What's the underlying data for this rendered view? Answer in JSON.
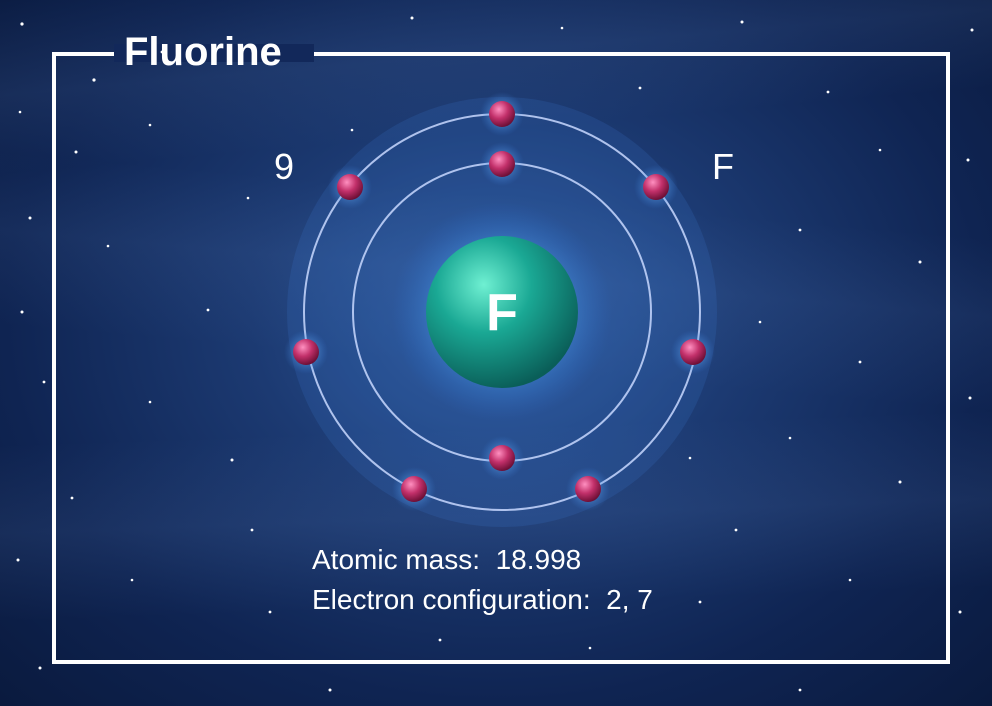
{
  "title": "Fluorine",
  "atomic_number": "9",
  "symbol": "F",
  "nucleus_label": "F",
  "atomic_mass_label": "Atomic mass:",
  "atomic_mass_value": "18.998",
  "electron_config_label": "Electron configuration:",
  "electron_config_value": "2, 7",
  "shells": [
    {
      "electrons": 2
    },
    {
      "electrons": 7
    }
  ],
  "colors": {
    "nucleus": "#1aa894",
    "electron": "#c2306a",
    "orbit": "#c8d8ff",
    "frame": "#ffffff"
  }
}
